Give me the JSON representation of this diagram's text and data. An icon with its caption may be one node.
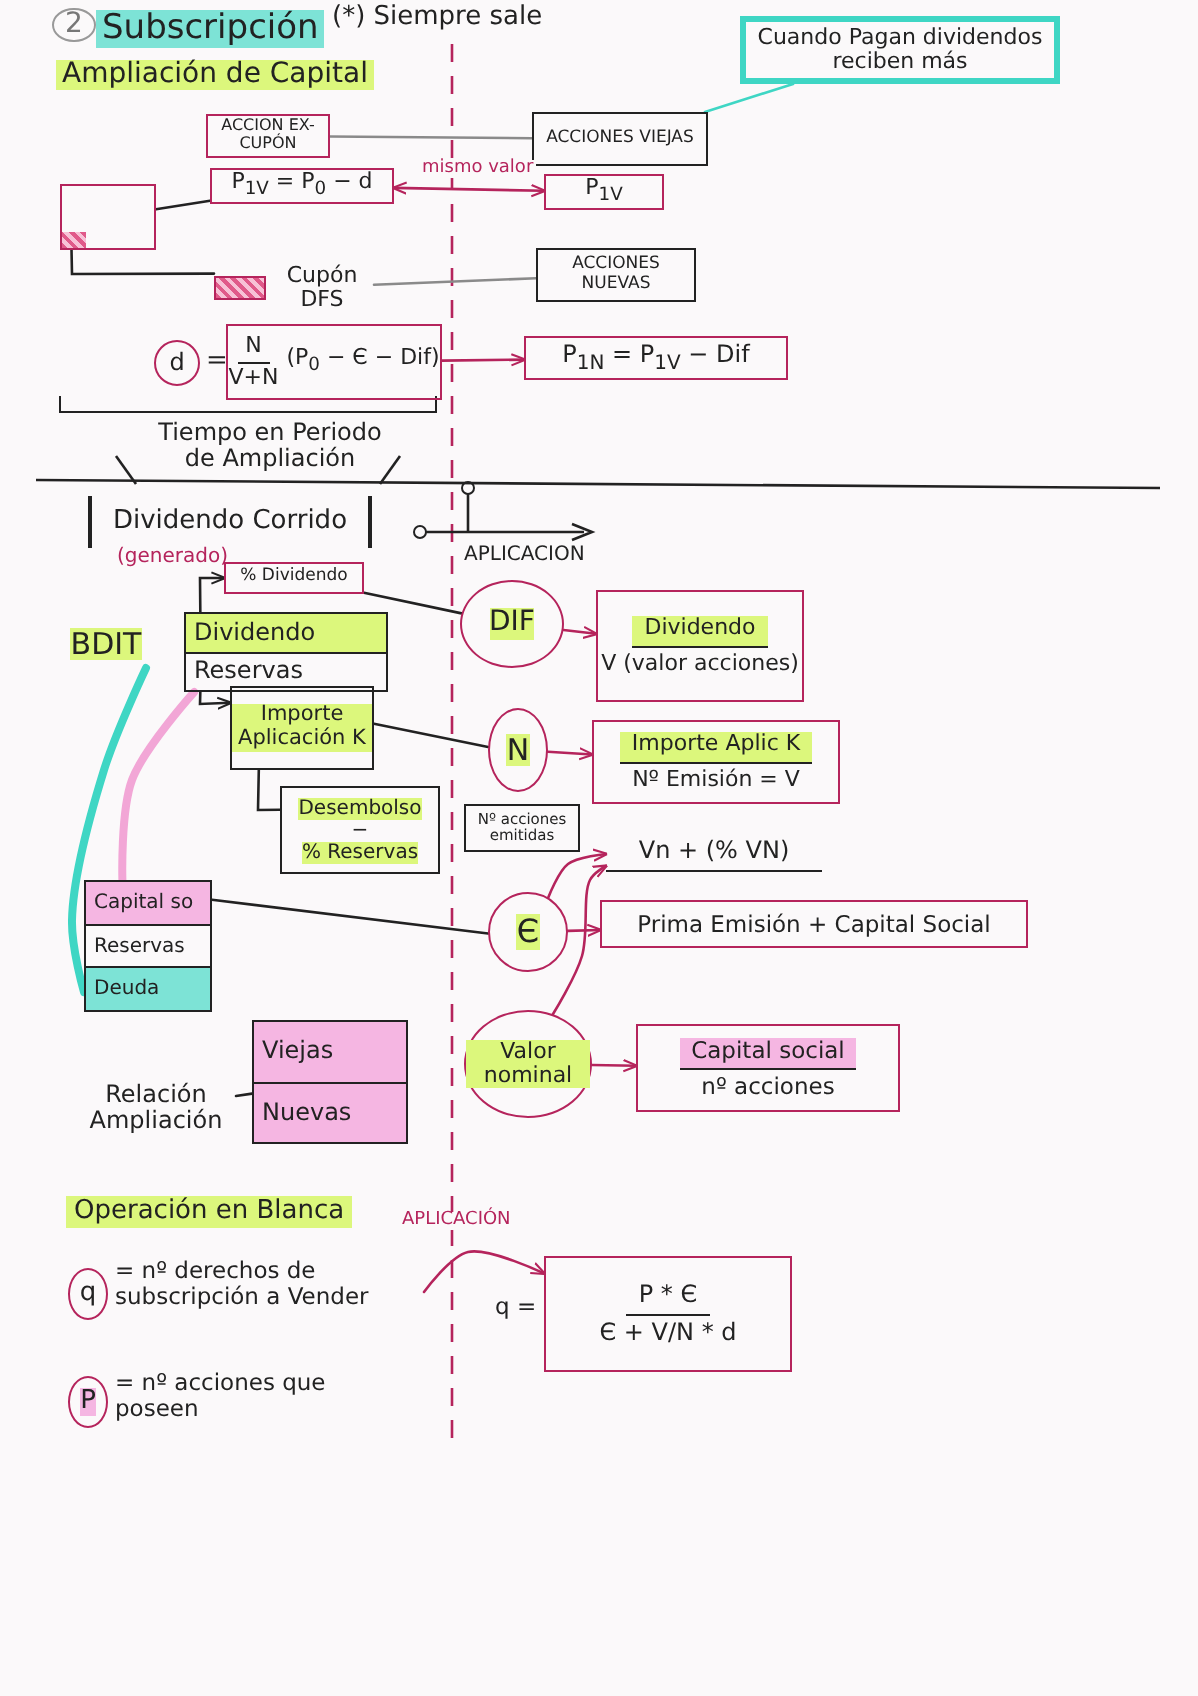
{
  "diagram": {
    "title": "Subscripción",
    "nodes": [
      {
        "text": [],
        "shape": "box"
      },
      {
        "text": [
          "ACCION EX-CUPÓN"
        ]
      },
      {
        "text": [
          "P$_{1V}$ = P$_{0}$ − d"
        ]
      },
      {
        "text": [
          "ACCIONES VIEJAS"
        ]
      },
      {
        "text": [
          "P$_{1V}$"
        ]
      },
      {
        "text": [
          "Cupón DFS"
        ]
      },
      {
        "text": [
          "ACCIONES NUEVAS"
        ]
      },
      {
        "text": [
          "d"
        ]
      },
      {
        "text": [
          "N",
          "V+N",
          "(P$_{0}$ − Є − Dif)"
        ]
      },
      {
        "text": [
          "P$_{1N}$ = P$_{1V}$ − Dif"
        ]
      },
      {
        "text": [
          "Cuando Pagan dividendos reciben más"
        ]
      },
      {
        "text": [
          "Dividendo Corrido"
        ],
        "beside": [
          "(generado)"
        ]
      },
      {
        "text": [
          "% Dividendo"
        ]
      },
      {
        "text": [
          "BDIT"
        ]
      },
      {
        "text": [
          "Dividendo",
          "Reservas"
        ]
      },
      {
        "text": [
          "Importe Aplicación K"
        ]
      },
      {
        "text": [
          "Desembolso",
          "−",
          "% Reservas"
        ]
      },
      {
        "text": [
          "DIF"
        ]
      },
      {
        "text": [
          "Dividendo",
          "V (valor acciones)"
        ]
      },
      {
        "text": [
          "N"
        ]
      },
      {
        "text": [
          "Nº acciones emitidas"
        ]
      },
      {
        "text": [
          "Importe Aplic K",
          "Nº Emisión = V"
        ]
      },
      {
        "text": [
          "Vn + (% VN)"
        ]
      },
      {
        "text": [
          "Є"
        ]
      },
      {
        "text": [
          "Prima Emisión + Capital Social"
        ]
      },
      {
        "text": [
          "Valor nominal"
        ]
      },
      {
        "text": [
          "Capital social",
          "nº acciones"
        ]
      },
      {
        "text": [
          "Capital so",
          "Reservas",
          "Deuda"
        ]
      },
      {
        "text": [
          "Relación Ampliación"
        ]
      },
      {
        "text": [
          "Viejas",
          "Nuevas"
        ]
      },
      {
        "text": [
          "q"
        ],
        "beside": [
          "= nº derechos de subscripción a Vender"
        ]
      },
      {
        "text": [
          "P"
        ],
        "beside": [
          "= nº acciones que poseen"
        ]
      },
      {
        "text": [
          "P * Є",
          "Є + V/N * d"
        ],
        "beside": [
          "q ="
        ]
      }
    ],
    "edges": [
      {
        "from": 0,
        "to": 2,
        "arrow": "none"
      },
      {
        "from": 0,
        "to": 5,
        "arrow": "none"
      },
      {
        "from": 1,
        "to": 3,
        "arrow": "none",
        "color": "#8a8a8a"
      },
      {
        "from": 2,
        "to": 4,
        "arrow": "both",
        "label": "mismo valor",
        "color": "#b5245c"
      },
      {
        "from": 5,
        "to": 6,
        "arrow": "none",
        "color": "#8a8a8a"
      },
      {
        "from": 8,
        "to": 9,
        "arrow": "to",
        "color": "#b5245c"
      },
      {
        "from": 10,
        "to": 3,
        "arrow": "none",
        "color": "#3fd6c4"
      },
      {
        "from": 12,
        "to": 17,
        "arrow": "none"
      },
      {
        "from": 14,
        "to": 12,
        "arrow": "to"
      },
      {
        "from": 14,
        "to": 15,
        "arrow": "to"
      },
      {
        "from": 15,
        "to": 16,
        "arrow": "none"
      },
      {
        "from": 15,
        "to": 19,
        "arrow": "none"
      },
      {
        "from": 17,
        "to": 18,
        "arrow": "to",
        "color": "#b5245c"
      },
      {
        "from": 19,
        "to": 21,
        "arrow": "to",
        "color": "#b5245c"
      },
      {
        "from": 27,
        "to": 23,
        "arrow": "none"
      },
      {
        "from": 23,
        "to": 22,
        "arrow": "to",
        "color": "#b5245c"
      },
      {
        "from": 23,
        "to": 24,
        "arrow": "to",
        "color": "#b5245c"
      },
      {
        "from": 25,
        "to": 22,
        "arrow": "to",
        "color": "#b5245c"
      },
      {
        "from": 25,
        "to": 26,
        "arrow": "to",
        "color": "#b5245c"
      },
      {
        "from": 13,
        "to": 27,
        "arrow": "none",
        "style": "thick",
        "color": "#3fd6c4"
      },
      {
        "from": 14,
        "to": 27,
        "arrow": "none",
        "style": "thick",
        "color": "#f2a6d6"
      },
      {
        "from": 28,
        "to": 29,
        "arrow": "none"
      },
      {
        "from": null,
        "to": 32,
        "arrow": "to",
        "label": "APLICACIÓN",
        "color": "#b5245c"
      }
    ],
    "labels": [
      "2",
      "(*) Siempre sale",
      "Ampliación de Capital",
      "=",
      "Tiempo en Periodo de Ampliación",
      "APLICACION",
      "Operación en Blanca"
    ]
  }
}
